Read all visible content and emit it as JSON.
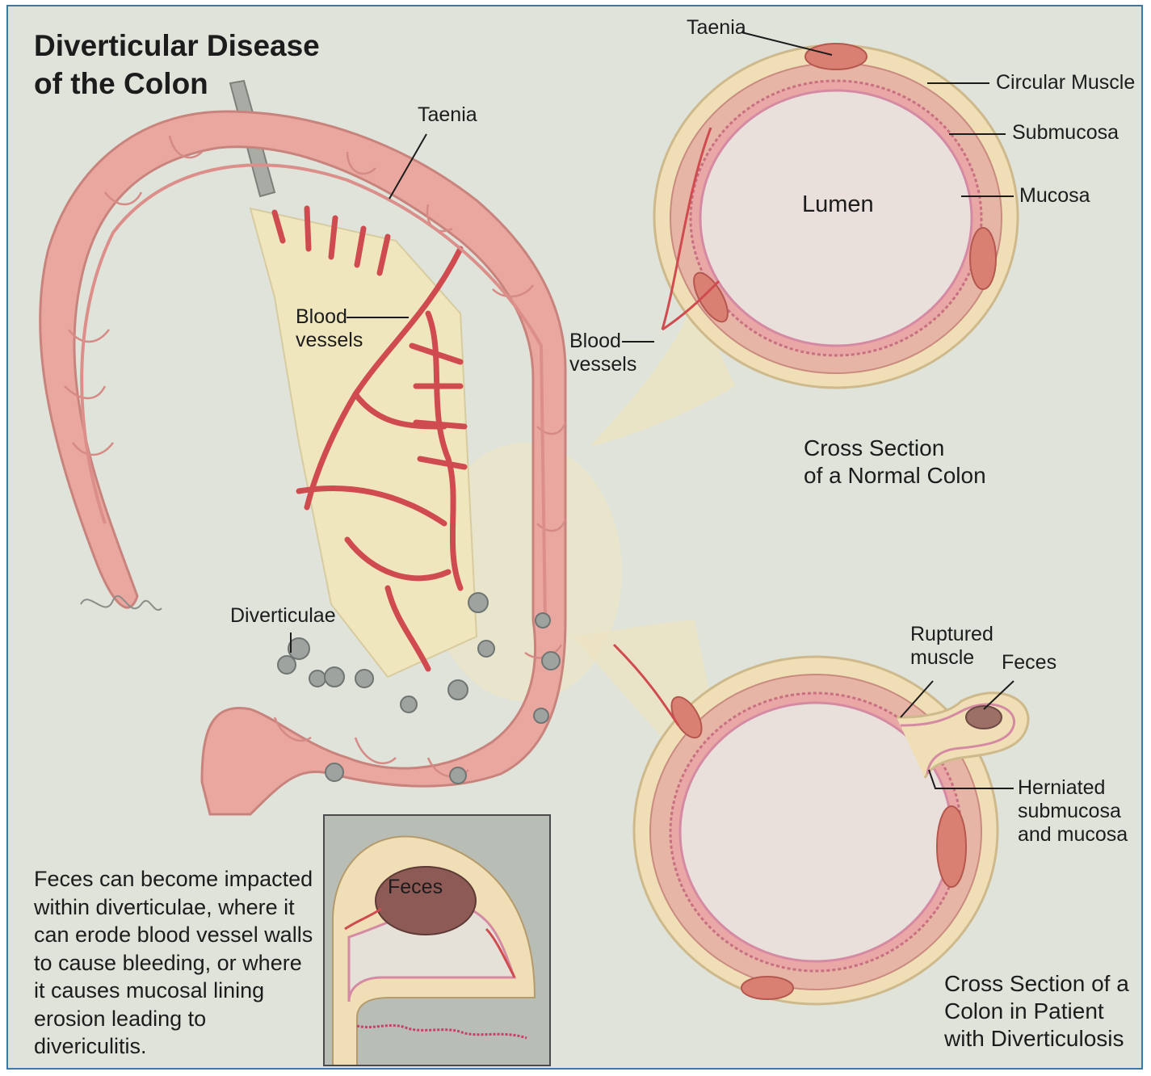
{
  "title": "Diverticular Disease\nof the Colon",
  "labels": {
    "taenia_main": "Taenia",
    "blood_vessels_main": "Blood\nvessels",
    "diverticulae": "Diverticulae",
    "taenia_top": "Taenia",
    "circular_muscle": "Circular Muscle",
    "submucosa": "Submucosa",
    "mucosa": "Mucosa",
    "lumen": "Lumen",
    "blood_vessels_normal": "Blood\nvessels",
    "ruptured_muscle": "Ruptured\nmuscle",
    "feces_right": "Feces",
    "herniated": "Herniated\nsubmucosa\nand mucosa",
    "feces_inset": "Feces"
  },
  "captions": {
    "normal": "Cross Section\nof a Normal Colon",
    "patient": "Cross Section of a\nColon in Patient\nwith Diverticulosis"
  },
  "description": "Feces can become impacted\nwithin diverticulae, where it\ncan erode blood vessel walls\nto cause bleeding, or where\nit causes mucosal lining\nerosion leading to\ndivericulitis.",
  "colors": {
    "background": "#dfe3da",
    "border": "#3a7aa8",
    "colon": "#eaa7a0",
    "vessel": "#cf4b4f",
    "tissue": "#f0dfb6"
  }
}
